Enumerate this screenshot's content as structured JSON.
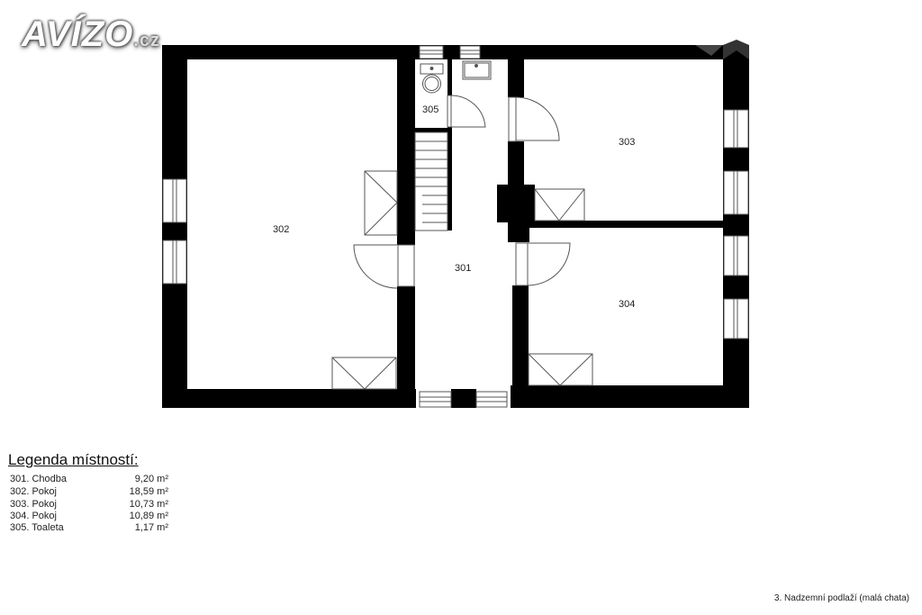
{
  "logo": {
    "text": "AVÍZO",
    "suffix": ".cz"
  },
  "floorplan": {
    "rooms": [
      {
        "id": "301",
        "label": "301"
      },
      {
        "id": "302",
        "label": "302"
      },
      {
        "id": "303",
        "label": "303"
      },
      {
        "id": "304",
        "label": "304"
      },
      {
        "id": "305",
        "label": "305"
      }
    ]
  },
  "legend": {
    "title": "Legenda místností:",
    "items": [
      {
        "name": "301. Chodba",
        "area": "9,20 m²"
      },
      {
        "name": "302. Pokoj",
        "area": "18,59 m²"
      },
      {
        "name": "303. Pokoj",
        "area": "10,73 m²"
      },
      {
        "name": "304. Pokoj",
        "area": "10,89 m²"
      },
      {
        "name": "305. Toaleta",
        "area": "1,17 m²"
      }
    ]
  },
  "caption": "3. Nadzemní podlaží (malá chata)"
}
